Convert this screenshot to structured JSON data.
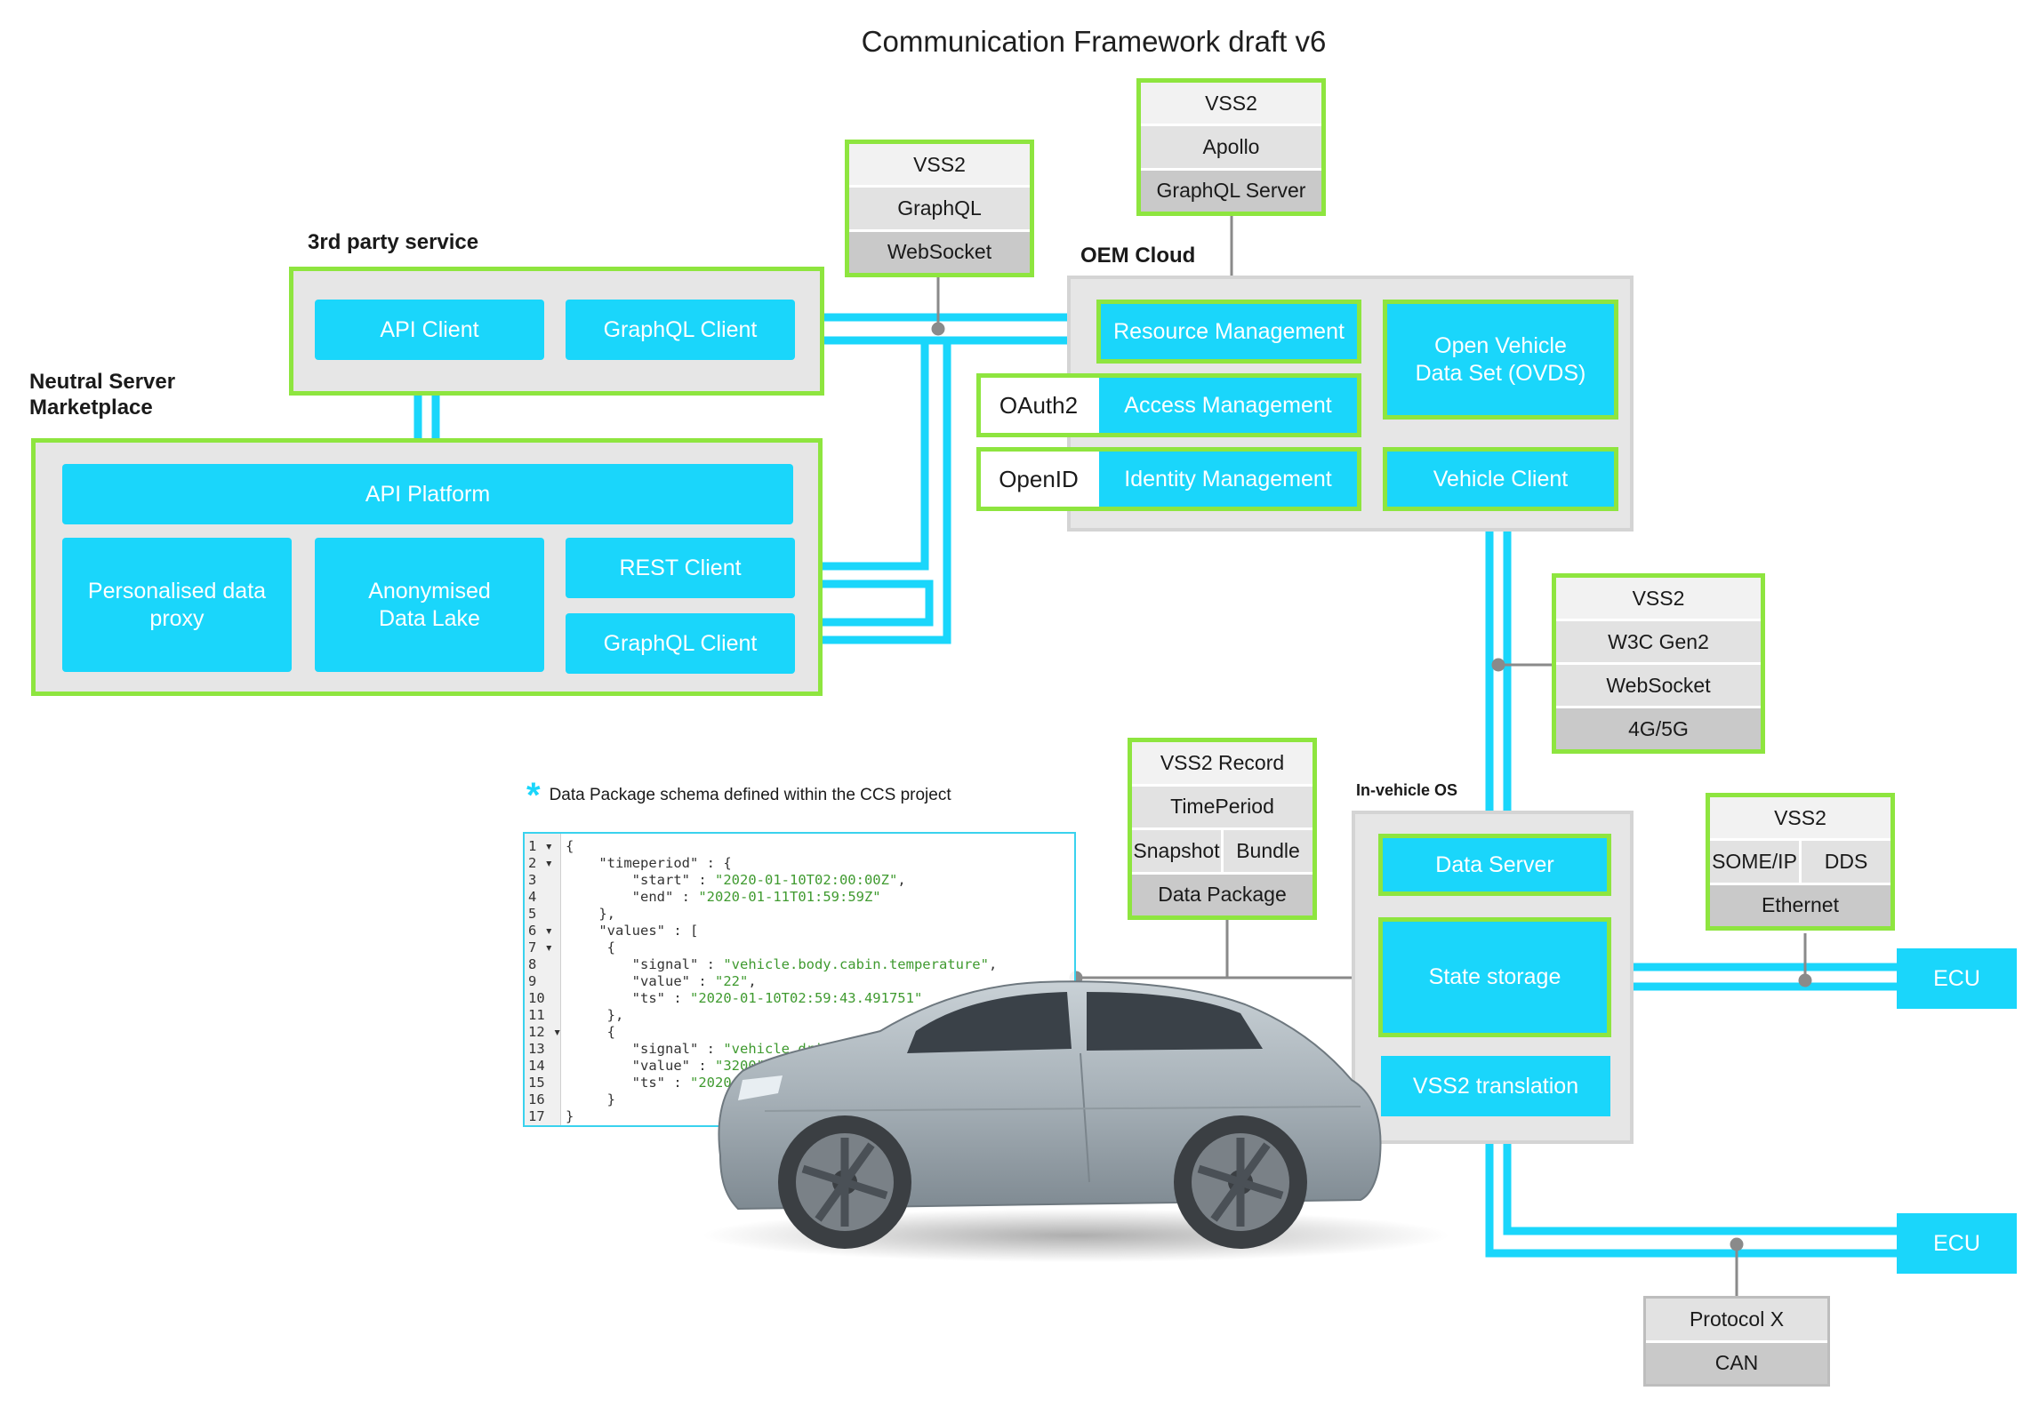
{
  "title": "Communication Framework draft v6",
  "groups": {
    "third_party": "3rd party service",
    "neutral": "Neutral Server\nMarketplace",
    "oem": "OEM Cloud",
    "invehicle": "In-vehicle OS"
  },
  "boxes": {
    "api_client": "API Client",
    "graphql_client_top": "GraphQL Client",
    "api_platform": "API Platform",
    "personalised": "Personalised data\nproxy",
    "anonymised": "Anonymised\nData Lake",
    "rest_client": "REST Client",
    "graphql_client_bottom": "GraphQL Client",
    "resource_mgmt": "Resource Management",
    "access_mgmt": "Access Management",
    "identity_mgmt": "Identity Management",
    "oauth2": "OAuth2",
    "openid": "OpenID",
    "ovds": "Open Vehicle\nData Set (OVDS)",
    "vehicle_client": "Vehicle Client",
    "data_server": "Data Server",
    "state_storage": "State storage",
    "vss2_translation": "VSS2 translation",
    "ecu_top": "ECU",
    "ecu_bottom": "ECU"
  },
  "stacks": {
    "graphql_ws": [
      "VSS2",
      "GraphQL",
      "WebSocket"
    ],
    "apollo": [
      "VSS2",
      "Apollo",
      "GraphQL Server"
    ],
    "w3c": [
      "VSS2",
      "W3C Gen2",
      "WebSocket",
      "4G/5G"
    ],
    "record": {
      "r1": "VSS2 Record",
      "r2": "TimePeriod",
      "r3a": "Snapshot",
      "r3b": "Bundle",
      "r4": "Data Package"
    },
    "someip": {
      "r1": "VSS2",
      "r2a": "SOME/IP",
      "r2b": "DDS",
      "r3": "Ethernet"
    },
    "protocol": [
      "Protocol X",
      "CAN"
    ]
  },
  "note": "Data Package schema defined within the CCS project",
  "code_lines": [
    {
      "n": "1 ▾",
      "t": "{"
    },
    {
      "n": "2 ▾",
      "t": "    \"timeperiod\" : {"
    },
    {
      "n": "3",
      "t": "        \"start\" : \"2020-01-10T02:00:00Z\","
    },
    {
      "n": "4",
      "t": "        \"end\" : \"2020-01-11T01:59:59Z\""
    },
    {
      "n": "5",
      "t": "    },"
    },
    {
      "n": "6 ▾",
      "t": "    \"values\" : ["
    },
    {
      "n": "7 ▾",
      "t": "     {"
    },
    {
      "n": "8",
      "t": "        \"signal\" : \"vehicle.body.cabin.temperature\","
    },
    {
      "n": "9",
      "t": "        \"value\" : \"22\","
    },
    {
      "n": "10",
      "t": "        \"ts\" : \"2020-01-10T02:59:43.491751\""
    },
    {
      "n": "11",
      "t": "     },"
    },
    {
      "n": "12 ▾",
      "t": "     {"
    },
    {
      "n": "13",
      "t": "        \"signal\" : \"vehicle.drivetrain.engine.rpm.average\","
    },
    {
      "n": "14",
      "t": "        \"value\" : \"3200\","
    },
    {
      "n": "15",
      "t": "        \"ts\" : \"2020-01-10T02:59:44.100403\""
    },
    {
      "n": "16",
      "t": "     }"
    },
    {
      "n": "17",
      "t": "}"
    }
  ],
  "colors": {
    "accent": "#1ad6fb",
    "frame": "#8ee53f",
    "panel": "#e6e6e6",
    "connector": "#8a8a8a"
  }
}
